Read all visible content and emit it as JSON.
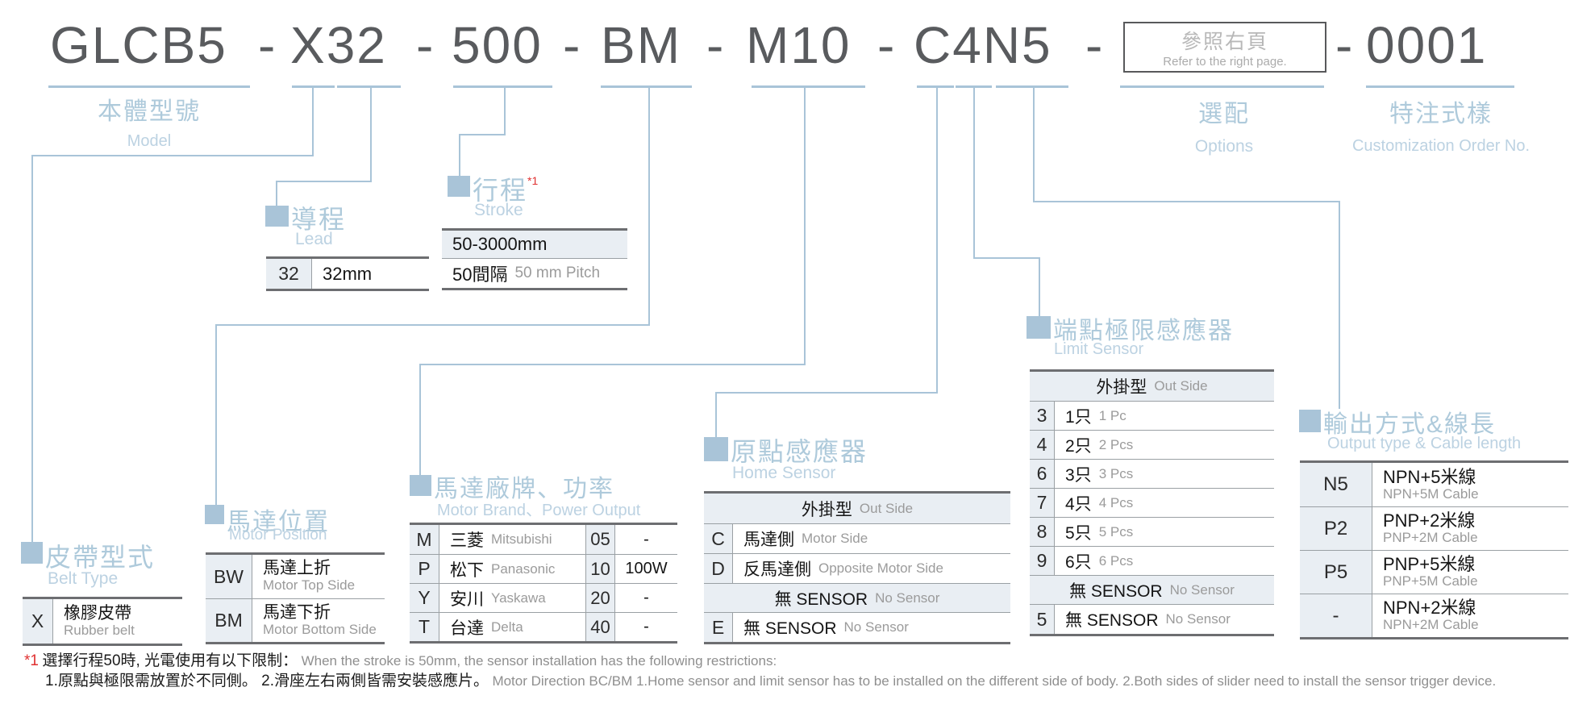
{
  "header": {
    "segments": {
      "model": "GLCB5",
      "belt_lead": "X32",
      "stroke": "500",
      "motor_pos": "BM",
      "motor_brand": "M10",
      "sensors": "C4N5",
      "serial": "0001"
    },
    "separator": "-",
    "options_box": {
      "zh": "參照右頁",
      "en": "Refer to the right page."
    }
  },
  "labels": {
    "model": {
      "zh": "本體型號",
      "en": "Model"
    },
    "belt": {
      "zh": "皮帶型式",
      "en": "Belt Type"
    },
    "motor_position": {
      "zh": "馬達位置",
      "en": "Motor Position"
    },
    "lead": {
      "zh": "導程",
      "en": "Lead"
    },
    "stroke": {
      "zh": "行程",
      "en": "Stroke",
      "note": "*1"
    },
    "motor_brand": {
      "zh": "馬達廠牌、功率",
      "en": "Motor Brand、Power Output"
    },
    "home_sensor": {
      "zh": "原點感應器",
      "en": "Home Sensor"
    },
    "limit_sensor": {
      "zh": "端點極限感應器",
      "en": "Limit Sensor"
    },
    "output": {
      "zh": "輸出方式&線長",
      "en": "Output type & Cable length"
    },
    "options": {
      "zh": "選配",
      "en": "Options"
    },
    "custom": {
      "zh": "特注式樣",
      "en": "Customization Order No."
    }
  },
  "tables": {
    "lead": {
      "code": "32",
      "value": "32mm"
    },
    "stroke": {
      "range": "50-3000mm",
      "pitch_zh": "50間隔",
      "pitch_en": "50 mm Pitch"
    },
    "motor_position": {
      "rows": [
        {
          "code": "BW",
          "zh": "馬達上折",
          "en": "Motor Top Side"
        },
        {
          "code": "BM",
          "zh": "馬達下折",
          "en": "Motor Bottom Side"
        }
      ]
    },
    "motor_brand": {
      "rows": [
        {
          "code": "M",
          "zh": "三菱",
          "en": "Mitsubishi",
          "num": "05",
          "power": "-"
        },
        {
          "code": "P",
          "zh": "松下",
          "en": "Panasonic",
          "num": "10",
          "power": "100W"
        },
        {
          "code": "Y",
          "zh": "安川",
          "en": "Yaskawa",
          "num": "20",
          "power": "-"
        },
        {
          "code": "T",
          "zh": "台達",
          "en": "Delta",
          "num": "40",
          "power": "-"
        }
      ]
    },
    "home_sensor": {
      "header1_zh": "外掛型",
      "header1_en": "Out Side",
      "rows": [
        {
          "code": "C",
          "zh": "馬達側",
          "en": "Motor Side"
        },
        {
          "code": "D",
          "zh": "反馬達側",
          "en": "Opposite Motor Side"
        }
      ],
      "header2_zh": "無 SENSOR",
      "header2_en": "No Sensor",
      "row_none": {
        "code": "E",
        "zh": "無 SENSOR",
        "en": "No Sensor"
      }
    },
    "limit_sensor": {
      "header1_zh": "外掛型",
      "header1_en": "Out Side",
      "rows": [
        {
          "code": "3",
          "zh": "1只",
          "en": "1 Pc"
        },
        {
          "code": "4",
          "zh": "2只",
          "en": "2 Pcs"
        },
        {
          "code": "6",
          "zh": "3只",
          "en": "3 Pcs"
        },
        {
          "code": "7",
          "zh": "4只",
          "en": "4 Pcs"
        },
        {
          "code": "8",
          "zh": "5只",
          "en": "5 Pcs"
        },
        {
          "code": "9",
          "zh": "6只",
          "en": "6 Pcs"
        }
      ],
      "header2_zh": "無 SENSOR",
      "header2_en": "No Sensor",
      "row_none": {
        "code": "5",
        "zh": "無 SENSOR",
        "en": "No Sensor"
      }
    },
    "output": {
      "rows": [
        {
          "code": "N5",
          "zh": "NPN+5米線",
          "en": "NPN+5M Cable"
        },
        {
          "code": "P2",
          "zh": "PNP+2米線",
          "en": "PNP+2M Cable"
        },
        {
          "code": "P5",
          "zh": "PNP+5米線",
          "en": "PNP+5M Cable"
        },
        {
          "code": "-",
          "zh": "NPN+2米線",
          "en": "NPN+2M Cable"
        }
      ]
    }
  },
  "footnote": {
    "marker": "*1",
    "line1_zh": "選擇行程50時, 光電使用有以下限制：",
    "line1_en": "When the stroke is 50mm, the sensor installation has  the following restrictions:",
    "line2_zh": "1.原點與極限需放置於不同側。 2.滑座左右兩側皆需安裝感應片。",
    "line2_en": "Motor Direction BC/BM 1.Home sensor and limit sensor has to be installed on the different side of body.  2.Both sides of slider need to install the sensor trigger device."
  },
  "colors": {
    "accent_blue": "#a9c4d8",
    "title_blue": "#aecadb",
    "subtitle_blue": "#bcd2e2",
    "code_gray": "#595b5e",
    "shaded_cell": "#e9eef3",
    "border_dark": "#6d6e71",
    "gloss_gray": "#9b9b9b",
    "note_red": "#e03131"
  }
}
